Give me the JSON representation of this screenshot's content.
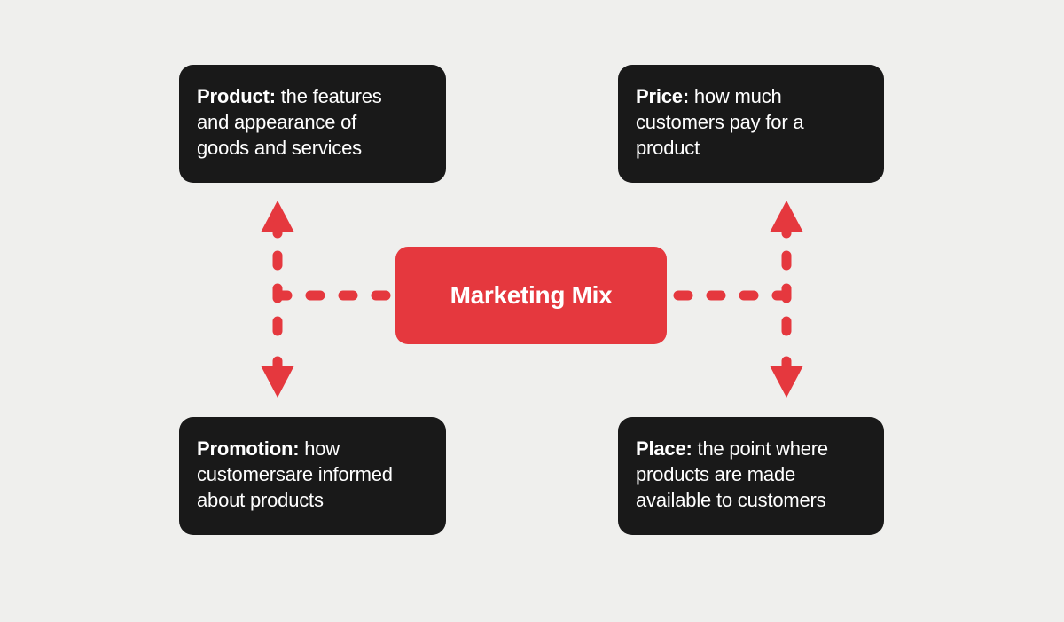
{
  "title": "Marketing Mix diagram",
  "colors": {
    "bg": "#EFEFED",
    "box_bg": "#191919",
    "box_text": "#FFFFFF",
    "red": "#E5383E",
    "center_text": "#FFFFFF"
  },
  "center": {
    "label": "Marketing Mix"
  },
  "boxes": [
    {
      "id": "product",
      "term": "Product:",
      "description": " the features\nand appearance of\ngoods and services"
    },
    {
      "id": "price",
      "term": "Price:",
      "description": " how much\ncustomers pay for a\nproduct"
    },
    {
      "id": "promotion",
      "term": "Promotion:",
      "description": " how\ncustomersare informed\nabout products"
    },
    {
      "id": "place",
      "term": "Place:",
      "description": " the point where\nproducts are made\navailable to customers"
    }
  ]
}
